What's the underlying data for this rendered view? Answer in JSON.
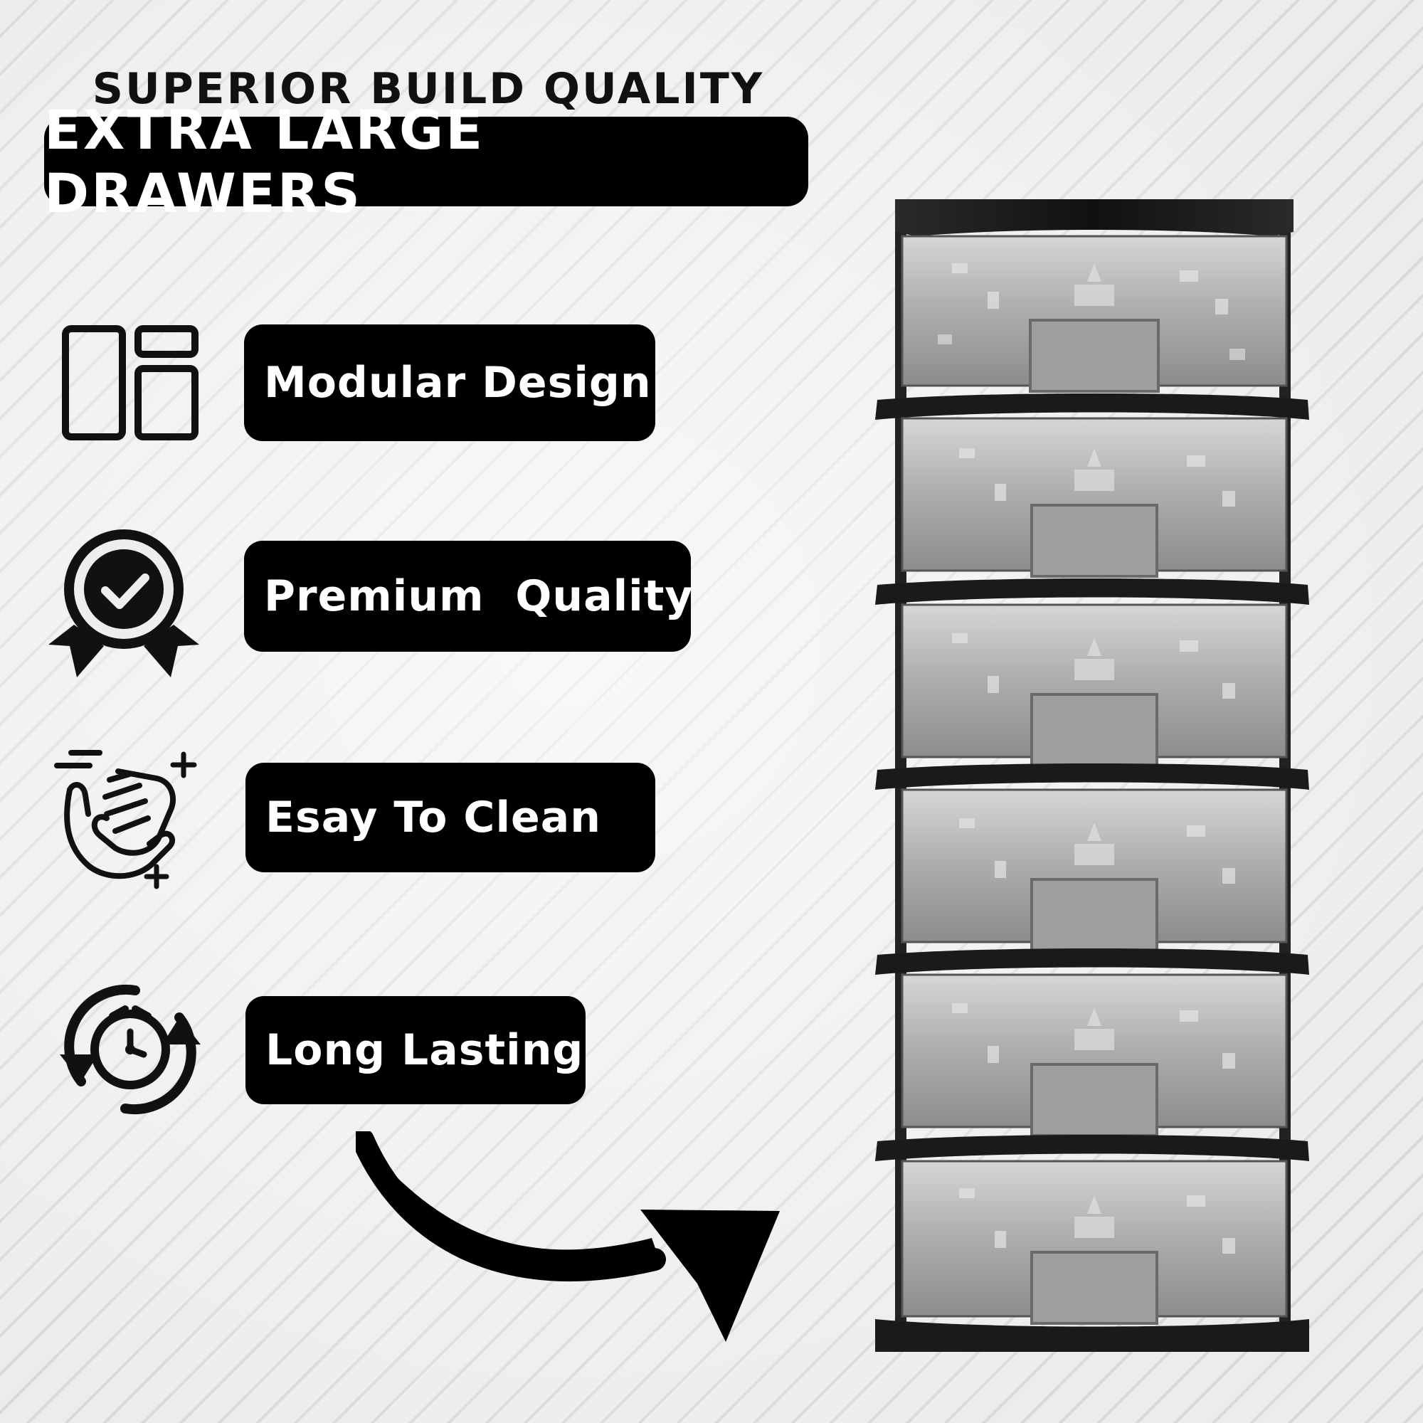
{
  "header": {
    "eyebrow": "SUPERIOR BUILD QUALITY",
    "headline": "EXTRA LARGE DRAWERS"
  },
  "features": [
    {
      "label": "Modular Design",
      "icon": "modular-layout-icon"
    },
    {
      "label": "Premium  Quality",
      "icon": "quality-badge-icon"
    },
    {
      "label": "Esay To Clean",
      "icon": "clean-hands-icon"
    },
    {
      "label": "Long Lasting",
      "icon": "durability-clock-icon"
    }
  ],
  "product": {
    "drawer_count": 6,
    "frame_color": "#1a1a1a",
    "drawer_color": "#9a9a9a"
  },
  "colors": {
    "badge_bg": "#000000",
    "badge_text": "#ffffff",
    "heading_text": "#111111"
  }
}
